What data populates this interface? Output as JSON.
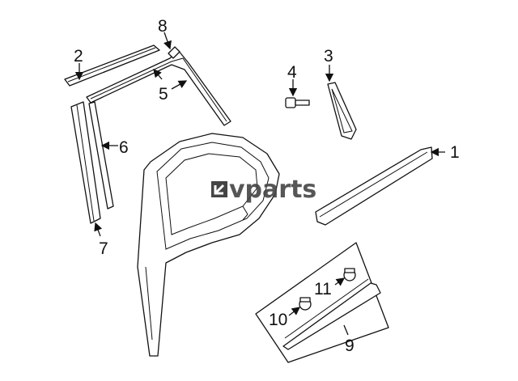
{
  "diagram": {
    "watermark": "vparts",
    "callouts": [
      "1",
      "2",
      "3",
      "4",
      "5",
      "6",
      "7",
      "8",
      "9",
      "10",
      "11"
    ]
  }
}
